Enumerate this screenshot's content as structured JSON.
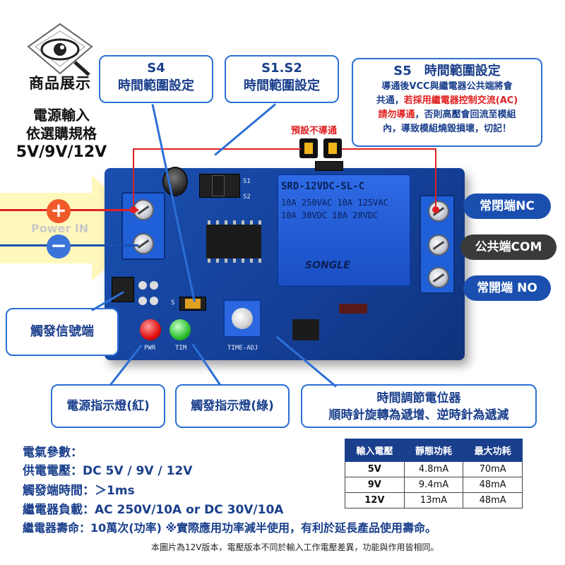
{
  "logo": {
    "text": "商品展示"
  },
  "power_input": {
    "line1": "電源輸入",
    "line2": "依選購規格",
    "line3": "5V/9V/12V",
    "arrow_label": "Power IN",
    "plus": "+",
    "minus": "−"
  },
  "callouts": {
    "s4": {
      "title": "S4",
      "sub": "時間範圍設定"
    },
    "s1s2": {
      "title": "S1.S2",
      "sub": "時間範圍設定"
    },
    "s5": {
      "title": "S5　時間範圍設定",
      "line1": "導通後VCC與繼電器公共端將會",
      "line2a": "共通，",
      "line2b": "若採用繼電器控制交流(AC)",
      "line3a": "請勿導通",
      "line3b": "，否則高壓會回流至模組",
      "line4": "內，導致模組燒毀損壞，切記！"
    },
    "default_off": "預設不導通",
    "trigger": "觸發信號端",
    "power_led": "電源指示燈(紅)",
    "trigger_led": "觸發指示燈(綠)",
    "pot": {
      "line1": "時間調節電位器",
      "line2": "順時針旋轉為遞增、逆時針為遞減"
    }
  },
  "terminals": {
    "nc": "常閉端NC",
    "com": "公共端COM",
    "no": "常開端 NO"
  },
  "board": {
    "relay_lines": [
      "SRD-12VDC-SL-C",
      "10A 250VAC  10A 125VAC",
      "10A 30VDC  10A 28VDC"
    ],
    "relay_brand": "SONGLE",
    "silk_s1": "S1",
    "silk_s2": "S2",
    "silk_pwr": "PWR",
    "silk_tim": "TIM",
    "silk_adj": "TIME-ADJ",
    "silk_s": "S"
  },
  "params": {
    "heading": "電氣參數：",
    "supply": "供電電壓：DC 5V / 9V  / 12V",
    "trigger_time": "觸發端時間：＞1ms",
    "load": "繼電器負載：AC 250V/10A or DC 30V/10A",
    "life": "繼電器壽命：10萬次(功率) ※實際應用功率減半使用，有利於延長產品使用壽命。"
  },
  "spec_table": {
    "headers": [
      "輸入電壓",
      "靜態功耗",
      "最大功耗"
    ],
    "rows": [
      [
        "5V",
        "4.8mA",
        "70mA"
      ],
      [
        "9V",
        "9.4mA",
        "48mA"
      ],
      [
        "12V",
        "13mA",
        "48mA"
      ]
    ]
  },
  "footnote": "本圖片為12V版本，電壓版本不同於輸入工作電壓差異，功能與作用皆相同。",
  "colors": {
    "accent": "#2b6fd6",
    "text": "#1a3f8c",
    "warn": "#e02020",
    "pill_blue": "#1a4fb0",
    "pill_gray": "#3a3a3a"
  }
}
